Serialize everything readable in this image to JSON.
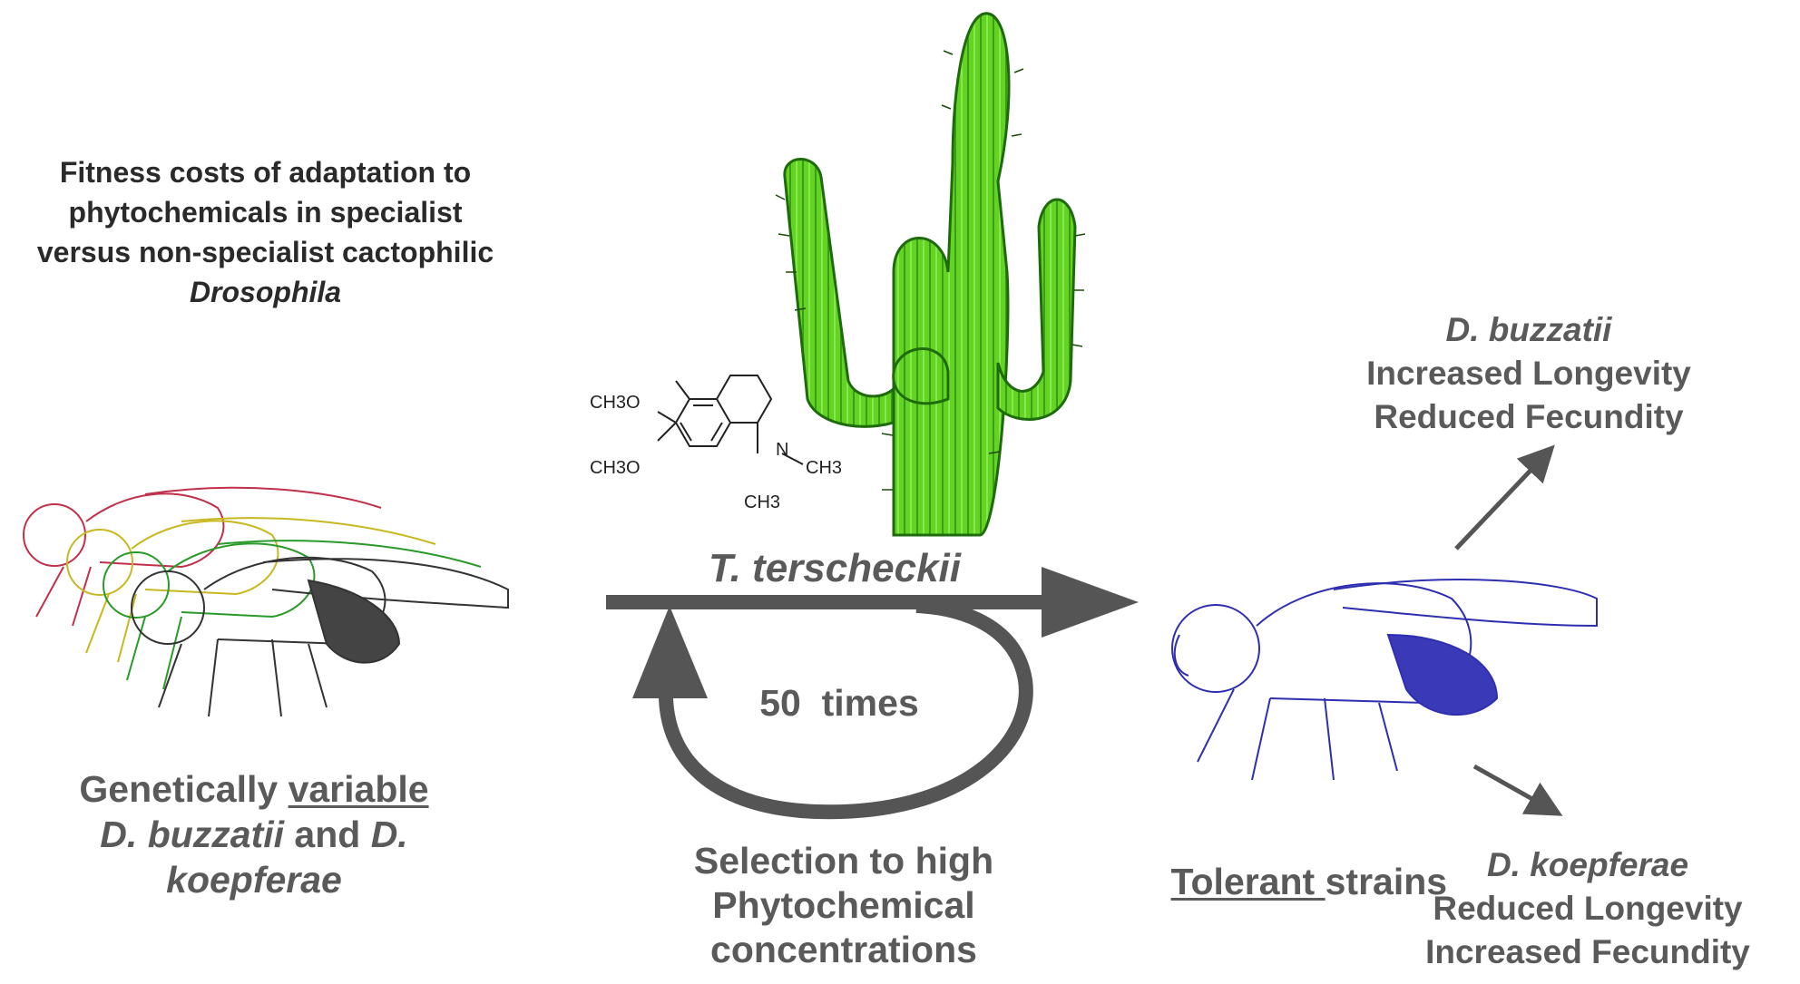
{
  "title": {
    "line1": "Fitness costs of adaptation to",
    "line2": "phytochemicals in specialist",
    "line3": "versus non-specialist cactophilic",
    "line4": "Drosophila"
  },
  "source_label": {
    "prefix": "Genetically ",
    "underlined": "variable",
    "species_a": "D. buzzatii",
    "and": " and ",
    "species_b_part1": "D.",
    "species_b_part2": "koepferae"
  },
  "plant_label": "T. terscheckii",
  "loop_label": "50  times",
  "selection_label": {
    "line1": "Selection to high",
    "line2": "Phytochemical",
    "line3": "concentrations"
  },
  "tolerant_label": {
    "underlined": "Tolerant ",
    "rest": "strains"
  },
  "outcome_buzzatii": {
    "species": "D. buzzatii",
    "trait1": "Increased Longevity",
    "trait2": "Reduced Fecundity"
  },
  "outcome_koepferae": {
    "species": "D. koepferae",
    "trait1": "Reduced Longevity",
    "trait2": "Increased Fecundity"
  },
  "molecule": {
    "group_top": "CH3O",
    "group_bottom": "CH3O",
    "n_label": "N",
    "n_methyl": "CH3",
    "c_methyl": "CH3"
  },
  "colors": {
    "arrow": "#555555",
    "cactus_fill": "#5fd11f",
    "cactus_stroke": "#1e6b0c",
    "tolerant_fly": "#2e2eb0",
    "fly_red": "#c0304a",
    "fly_yellow": "#c8b820",
    "fly_green": "#2a9a2a",
    "fly_black": "#333333"
  }
}
